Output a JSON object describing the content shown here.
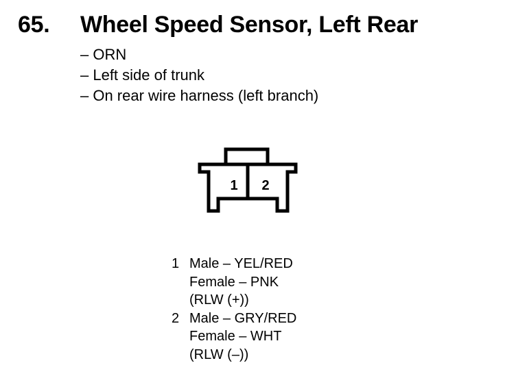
{
  "heading": {
    "number": "65.",
    "title": "Wheel Speed Sensor, Left Rear"
  },
  "details": [
    "– ORN",
    "– Left side of trunk",
    "– On rear wire harness (left branch)"
  ],
  "connector": {
    "pins": [
      "1",
      "2"
    ]
  },
  "pin_table": [
    {
      "number": "1",
      "male": "Male – YEL/RED",
      "female": "Female – PNK",
      "circuit": "(RLW (+))"
    },
    {
      "number": "2",
      "male": "Male – GRY/RED",
      "female": "Female – WHT",
      "circuit": "(RLW (–))"
    }
  ]
}
